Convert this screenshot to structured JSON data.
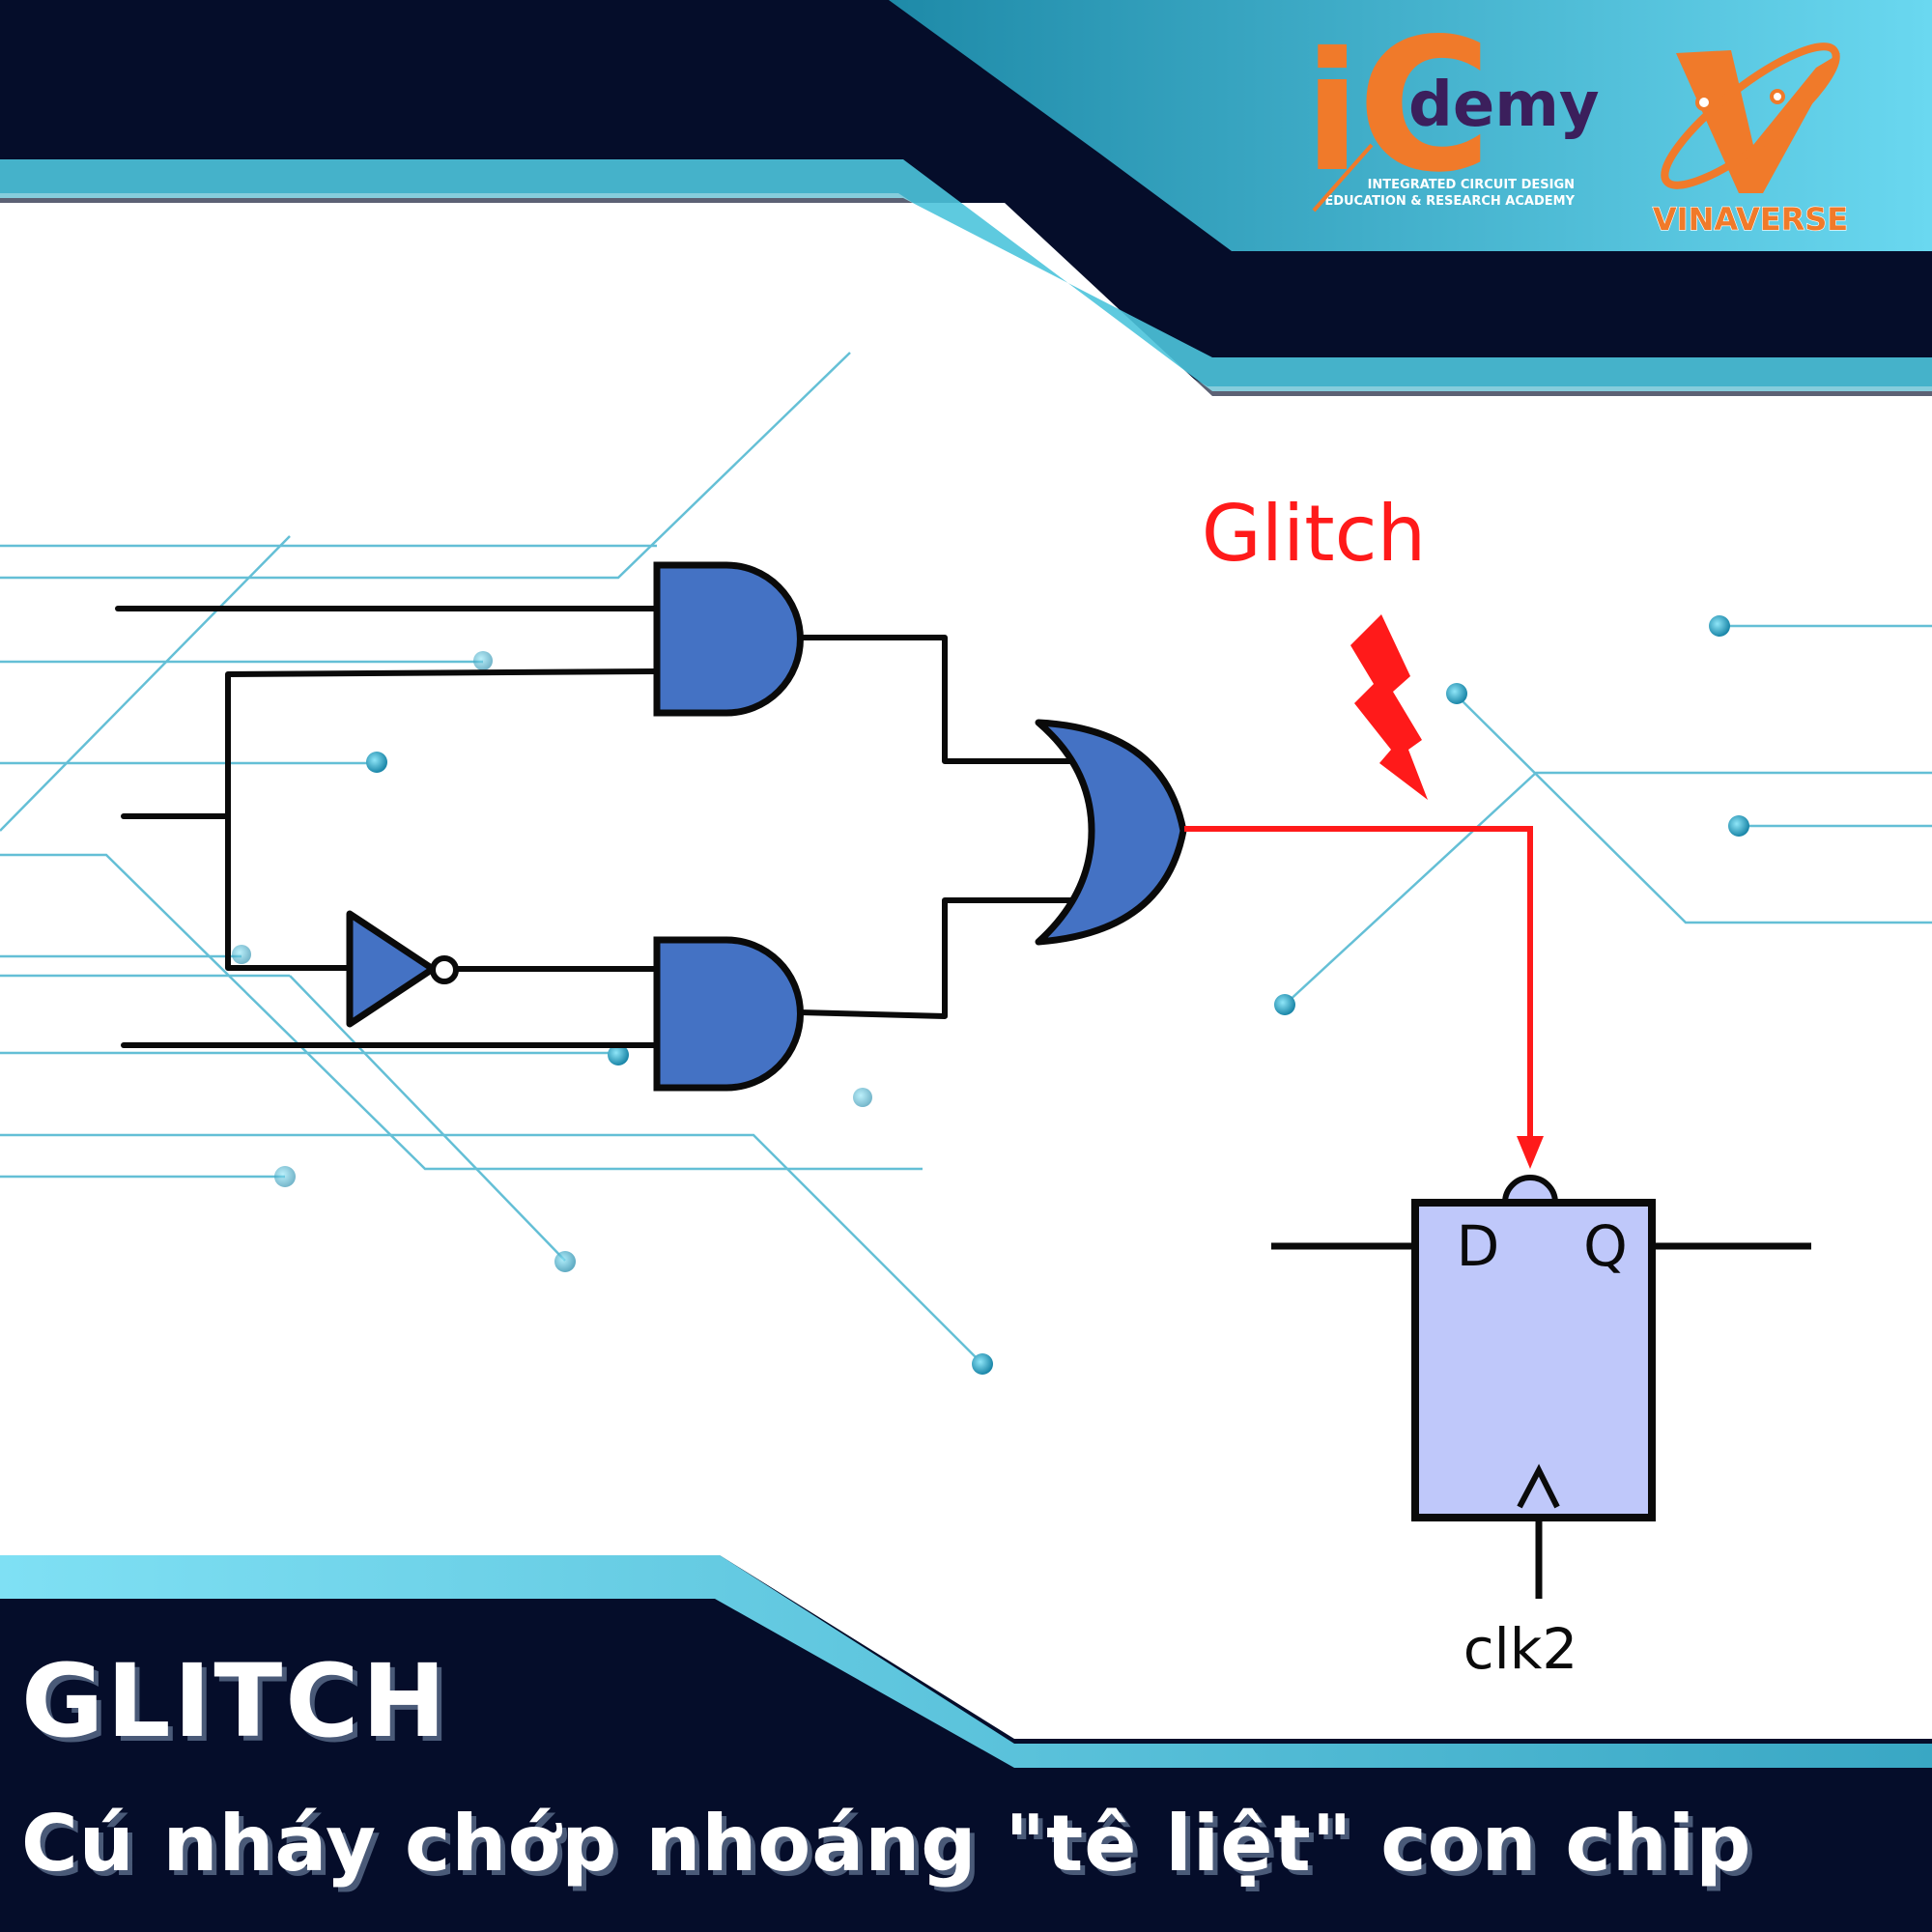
{
  "brand": {
    "icdemy": {
      "logo_i": "i",
      "logo_c": "C",
      "logo_word": "demy",
      "tagline_1": "INTEGRATED CIRCUIT DESIGN",
      "tagline_2": "EDUCATION & RESEARCH ACADEMY"
    },
    "vinaverse": {
      "name": "VINAVERSE"
    }
  },
  "diagram": {
    "glitch_label": "Glitch",
    "flipflop": {
      "d_label": "D",
      "q_label": "Q",
      "clock_label": "clk2"
    }
  },
  "caption": {
    "title": "GLITCH",
    "subtitle": "Cú nháy chớp nhoáng \"tê liệt\" con chip"
  },
  "colors": {
    "navy": "#050d2a",
    "cyan": "#4cc4dc",
    "gate_blue": "#4472c4",
    "flipflop_fill": "#bfc8fa",
    "glitch_red": "#ff1a1a",
    "brand_orange": "#f07a2a",
    "brand_purple": "#3b1f5c"
  }
}
